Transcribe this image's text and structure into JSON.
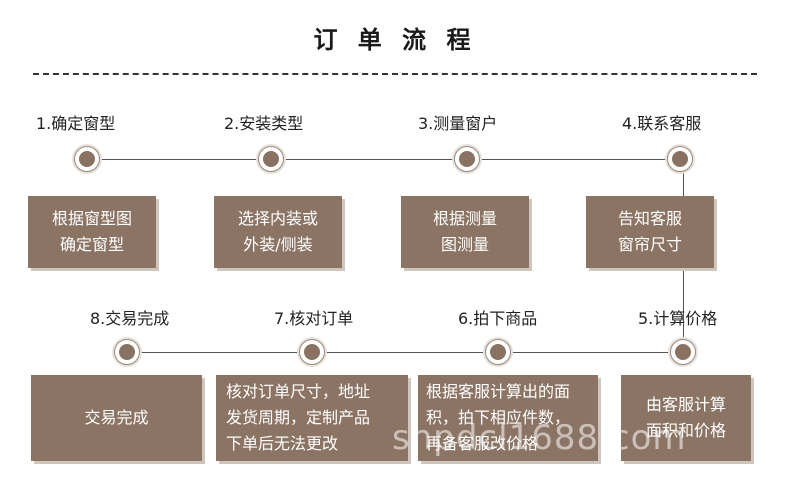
{
  "title": "订 单 流 程",
  "top_row": [
    {
      "label": "1.确定窗型",
      "card": [
        "根据窗型图",
        "确定窗型"
      ]
    },
    {
      "label": "2.安装类型",
      "card": [
        "选择内装或",
        "外装/侧装"
      ]
    },
    {
      "label": "3.测量窗户",
      "card": [
        "根据测量",
        "图测量"
      ]
    },
    {
      "label": "4.联系客服",
      "card": [
        "告知客服",
        "窗帘尺寸"
      ]
    }
  ],
  "bottom_row": [
    {
      "label": "8.交易完成",
      "card": [
        "交易完成"
      ]
    },
    {
      "label": "7.核对订单",
      "card": [
        "核对订单尺寸，地址",
        "发货周期，定制产品",
        "下单后无法更改"
      ]
    },
    {
      "label": "6.拍下商品",
      "card": [
        "根据客服计算出的面",
        "积，拍下相应件数，",
        "再备客服改价格"
      ]
    },
    {
      "label": "5.计算价格",
      "card": [
        "由客服计算",
        "面积和价格"
      ]
    }
  ],
  "watermark": "shpdcl1688.com",
  "colors": {
    "card": "#8b7464",
    "node_inner": "#8a7262",
    "line": "#555555"
  }
}
